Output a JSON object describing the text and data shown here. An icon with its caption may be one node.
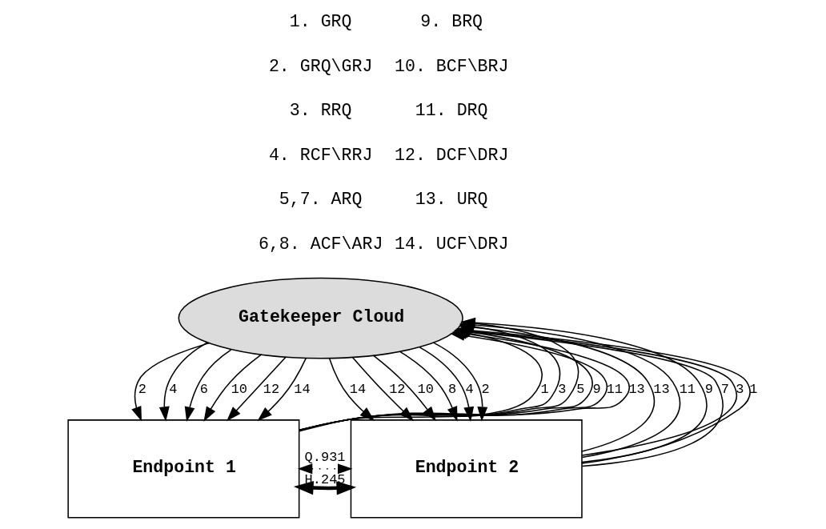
{
  "diagram": {
    "nodes": [
      {
        "text": [
          "Gatekeeper Cloud"
        ]
      },
      {
        "text": [
          "Endpoint 1"
        ]
      },
      {
        "text": [
          "Endpoint 2"
        ]
      }
    ],
    "edges": [
      {
        "from": 1,
        "to": 0,
        "arrow": "to",
        "label": "1"
      },
      {
        "from": 0,
        "to": 1,
        "arrow": "to",
        "label": "2"
      },
      {
        "from": 1,
        "to": 0,
        "arrow": "to",
        "label": "3"
      },
      {
        "from": 0,
        "to": 1,
        "arrow": "to",
        "label": "4"
      },
      {
        "from": 1,
        "to": 0,
        "arrow": "to",
        "label": "5"
      },
      {
        "from": 0,
        "to": 1,
        "arrow": "to",
        "label": "6"
      },
      {
        "from": 1,
        "to": 0,
        "arrow": "to",
        "label": "9"
      },
      {
        "from": 0,
        "to": 1,
        "arrow": "to",
        "label": "10"
      },
      {
        "from": 1,
        "to": 0,
        "arrow": "to",
        "label": "11"
      },
      {
        "from": 0,
        "to": 1,
        "arrow": "to",
        "label": "12"
      },
      {
        "from": 1,
        "to": 0,
        "arrow": "to",
        "label": "13"
      },
      {
        "from": 0,
        "to": 1,
        "arrow": "to",
        "label": "14"
      },
      {
        "from": 2,
        "to": 0,
        "arrow": "to",
        "label": "13"
      },
      {
        "from": 0,
        "to": 2,
        "arrow": "to",
        "label": "14"
      },
      {
        "from": 2,
        "to": 0,
        "arrow": "to",
        "label": "11"
      },
      {
        "from": 0,
        "to": 2,
        "arrow": "to",
        "label": "12"
      },
      {
        "from": 2,
        "to": 0,
        "arrow": "to",
        "label": "9"
      },
      {
        "from": 0,
        "to": 2,
        "arrow": "to",
        "label": "10"
      },
      {
        "from": 2,
        "to": 0,
        "arrow": "to",
        "label": "7"
      },
      {
        "from": 0,
        "to": 2,
        "arrow": "to",
        "label": "8"
      },
      {
        "from": 2,
        "to": 0,
        "arrow": "to",
        "label": "3"
      },
      {
        "from": 0,
        "to": 2,
        "arrow": "to",
        "label": "4"
      },
      {
        "from": 2,
        "to": 0,
        "arrow": "to",
        "label": "1"
      },
      {
        "from": 0,
        "to": 2,
        "arrow": "to",
        "label": "2"
      },
      {
        "from": 1,
        "to": 2,
        "arrow": "both",
        "label": "Q.931",
        "style": "dashed"
      },
      {
        "from": 1,
        "to": 2,
        "arrow": "both",
        "label": "H.245",
        "style": "thick"
      }
    ],
    "labels": [
      "1. GRQ",
      "9. BRQ",
      "2. GRQ\\GRJ",
      "10. BCF\\BRJ",
      "3. RRQ",
      "11. DRQ",
      "4. RCF\\RRJ",
      "12. DCF\\DRJ",
      "5,7. ARQ",
      "13. URQ",
      "6,8. ACF\\ARJ",
      "14. UCF\\DRJ"
    ]
  }
}
